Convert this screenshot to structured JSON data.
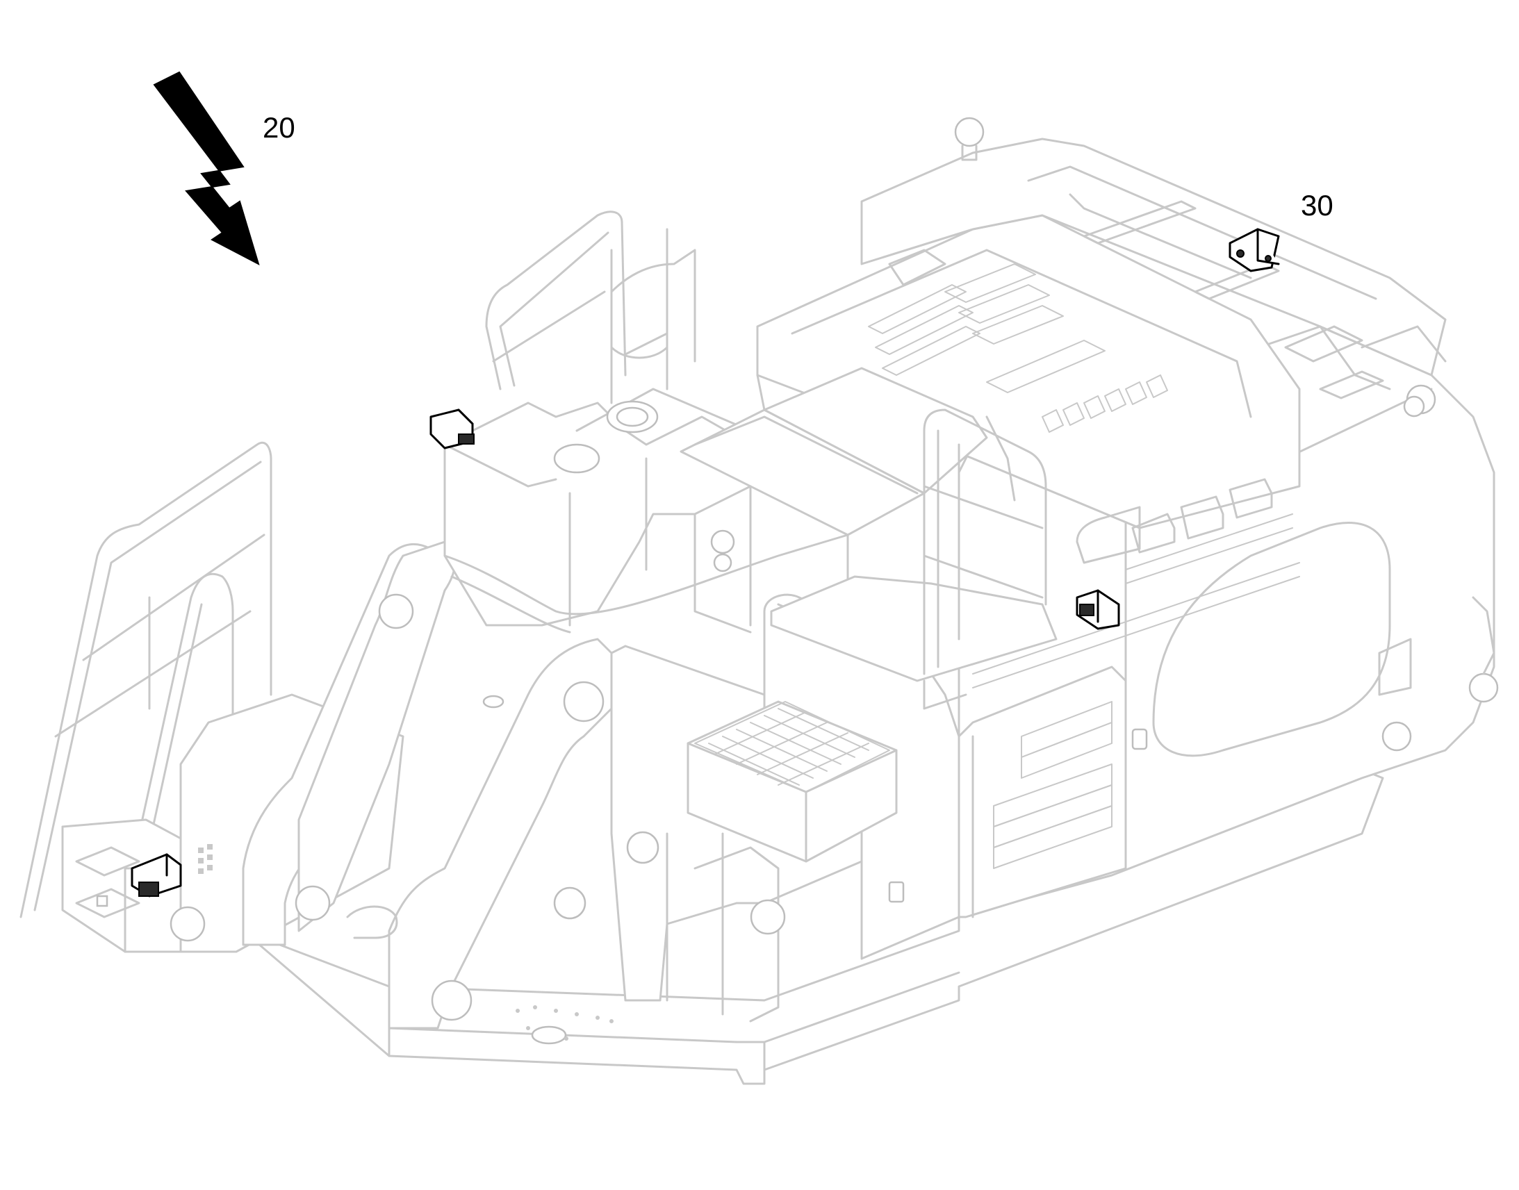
{
  "diagram": {
    "callouts": [
      {
        "id": "20",
        "label": "20"
      },
      {
        "id": "30",
        "label": "30"
      }
    ],
    "icons": {
      "lightning": "lightning-bolt-arrow-icon"
    },
    "colors": {
      "outline": "#c8c8c8",
      "highlight": "#000000",
      "background": "#ffffff"
    }
  }
}
